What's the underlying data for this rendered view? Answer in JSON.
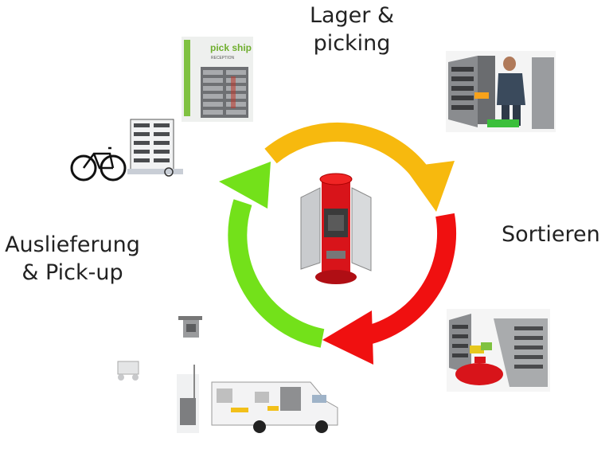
{
  "labels": {
    "lager": "Lager &\npicking",
    "sortieren": "Sortieren",
    "auslieferung": "Auslieferung\n& Pick-up"
  },
  "logo_text": "pick ship",
  "logo_subtext": "RECEPTION",
  "colors": {
    "cycle_yellow": "#f7b90e",
    "cycle_red": "#f01010",
    "cycle_green": "#73e11a",
    "machine_red": "#d8141a",
    "cabinet_grey": "#8a8c8f",
    "logo_green": "#7fc241"
  }
}
